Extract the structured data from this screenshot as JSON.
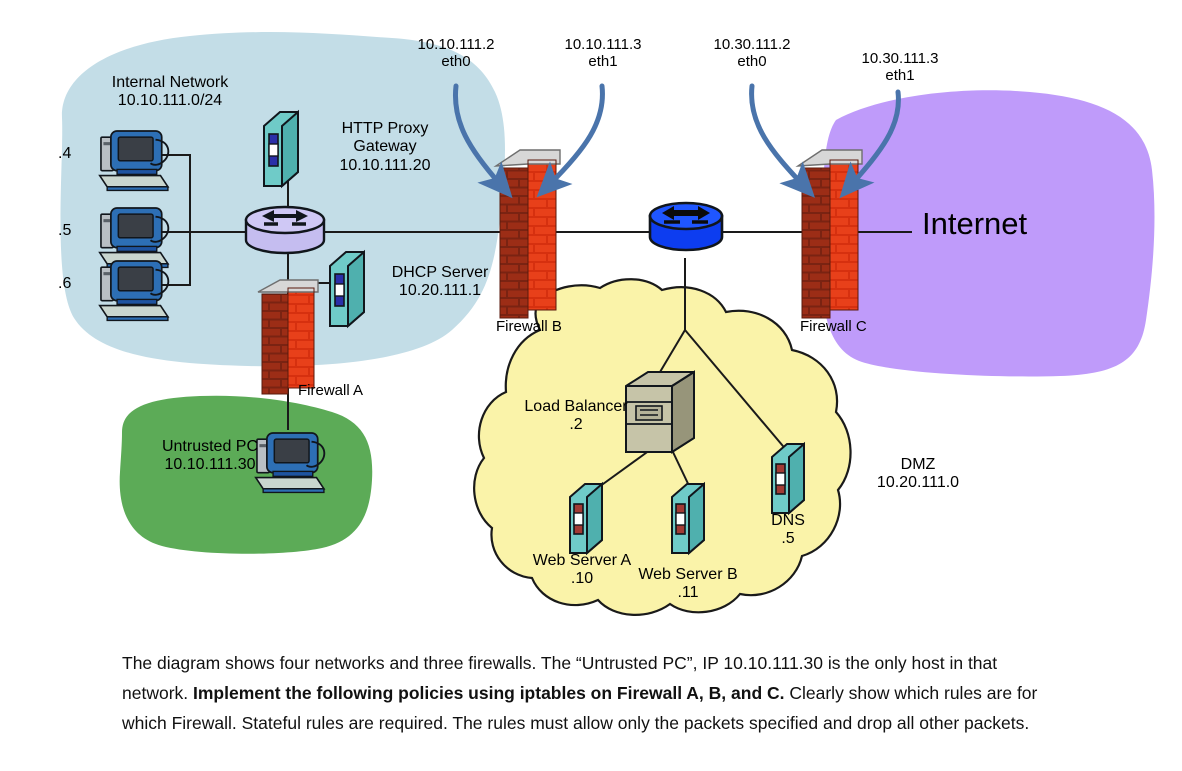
{
  "diagram": {
    "zones": {
      "internal": {
        "name": "Internal Network",
        "cidr": "10.10.111.0/24",
        "color": "#c3dde7"
      },
      "untrusted": {
        "name": "Untrusted PC",
        "ip": "10.10.111.30",
        "color": "#5cab57"
      },
      "dmz": {
        "name": "DMZ",
        "cidr": "10.20.111.0",
        "color": "#faf3a9"
      },
      "internet": {
        "name": "Internet",
        "color": "#bf9bfa"
      }
    },
    "hosts": {
      "pc4": ".4",
      "pc5": ".5",
      "pc6": ".6",
      "proxy": {
        "line1": "HTTP Proxy",
        "line2": "Gateway",
        "line3": "10.10.111.20"
      },
      "dhcp": {
        "line1": "DHCP Server",
        "line2": "10.20.111.1"
      },
      "load_balancer": {
        "line1": "Load Balancer",
        "line2": ".2"
      },
      "web_a": {
        "line1": "Web Server A",
        "line2": ".10"
      },
      "web_b": {
        "line1": "Web Server B",
        "line2": ".11"
      },
      "dns": {
        "line1": "DNS",
        "line2": ".5"
      }
    },
    "firewalls": {
      "a": "Firewall A",
      "b": "Firewall B",
      "c": "Firewall C"
    },
    "interfaces": [
      {
        "ip": "10.10.111.2",
        "iface": "eth0"
      },
      {
        "ip": "10.10.111.3",
        "iface": "eth1"
      },
      {
        "ip": "10.30.111.2",
        "iface": "eth0"
      },
      {
        "ip": "10.30.111.3",
        "iface": "eth1"
      }
    ]
  },
  "caption": {
    "part1": "The diagram shows four networks and three firewalls. The “Untrusted PC”, IP 10.10.111.30 is the only host in that network. ",
    "bold": "Implement the following policies using iptables on Firewall A, B, and C.",
    "part2": " Clearly show which rules are for which Firewall. Stateful rules are required. The rules must allow only the packets specified and drop all other packets."
  }
}
